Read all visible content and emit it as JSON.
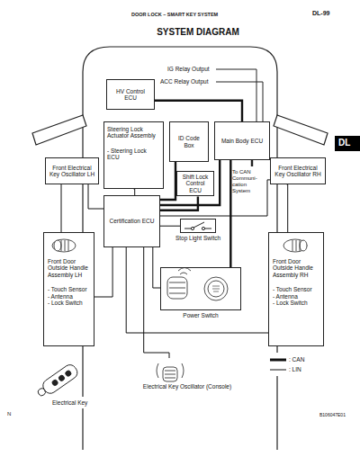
{
  "diagram": {
    "title": "SYSTEM DIAGRAM",
    "nodes": [
      {
        "text": [
          "HV Control ECU"
        ]
      },
      {
        "text": [
          "Steering Lock Actuator Assembly",
          "- Steering Lock ECU"
        ]
      },
      {
        "text": [
          "ID Code Box"
        ]
      },
      {
        "text": [
          "Main Body ECU"
        ]
      },
      {
        "text": [
          "Front Electrical Key Oscillator LH"
        ]
      },
      {
        "text": [
          "Shift Lock Control ECU"
        ]
      },
      {
        "text": [
          "Front Electrical Key Oscillator RH"
        ]
      },
      {
        "text": [
          "Certification ECU"
        ]
      },
      {
        "text": [
          "Stop Light Switch"
        ]
      },
      {
        "text": [
          "Front Door Outside Handle Assembly LH",
          "- Touch Sensor",
          "- Antenna",
          "- Lock Switch"
        ]
      },
      {
        "text": [
          "Front Door Outside Handle Assembly RH",
          "- Touch Sensor",
          "- Antenna",
          "- Lock Switch"
        ]
      },
      {
        "text": [
          "Power Switch"
        ]
      },
      {
        "text": [
          "Electrical Key Oscillator (Console)"
        ]
      }
    ],
    "edges": [
      {
        "from": 0,
        "to": 3,
        "arrow": "none"
      },
      {
        "from": 1,
        "to": 7,
        "arrow": "none"
      },
      {
        "from": 2,
        "to": 7,
        "arrow": "none"
      },
      {
        "from": 3,
        "to": 7,
        "arrow": "none"
      },
      {
        "from": 4,
        "to": 7,
        "arrow": "none"
      },
      {
        "from": 5,
        "to": 7,
        "arrow": "none"
      },
      {
        "from": 6,
        "to": 7,
        "arrow": "none"
      },
      {
        "from": 4,
        "to": 9,
        "arrow": "none"
      },
      {
        "from": 6,
        "to": 10,
        "arrow": "none"
      },
      {
        "from": 7,
        "to": 8,
        "arrow": "none"
      },
      {
        "from": 7,
        "to": 9,
        "arrow": "none"
      },
      {
        "from": 7,
        "to": 10,
        "arrow": "none"
      },
      {
        "from": 7,
        "to": 11,
        "arrow": "none"
      },
      {
        "from": 7,
        "to": 12,
        "arrow": "none"
      },
      {
        "from": 3,
        "to": 11,
        "arrow": "none"
      }
    ],
    "labels": [
      "DOOR LOCK – SMART KEY SYSTEM",
      "DL-99",
      "IG Relay Output",
      "ACC Relay Output",
      "To CAN Communi-cation System",
      "DL",
      "Electrical Key",
      "N",
      "B106047E01"
    ],
    "legend": [
      {
        "text": ": CAN"
      },
      {
        "text": ": LIN"
      }
    ]
  }
}
